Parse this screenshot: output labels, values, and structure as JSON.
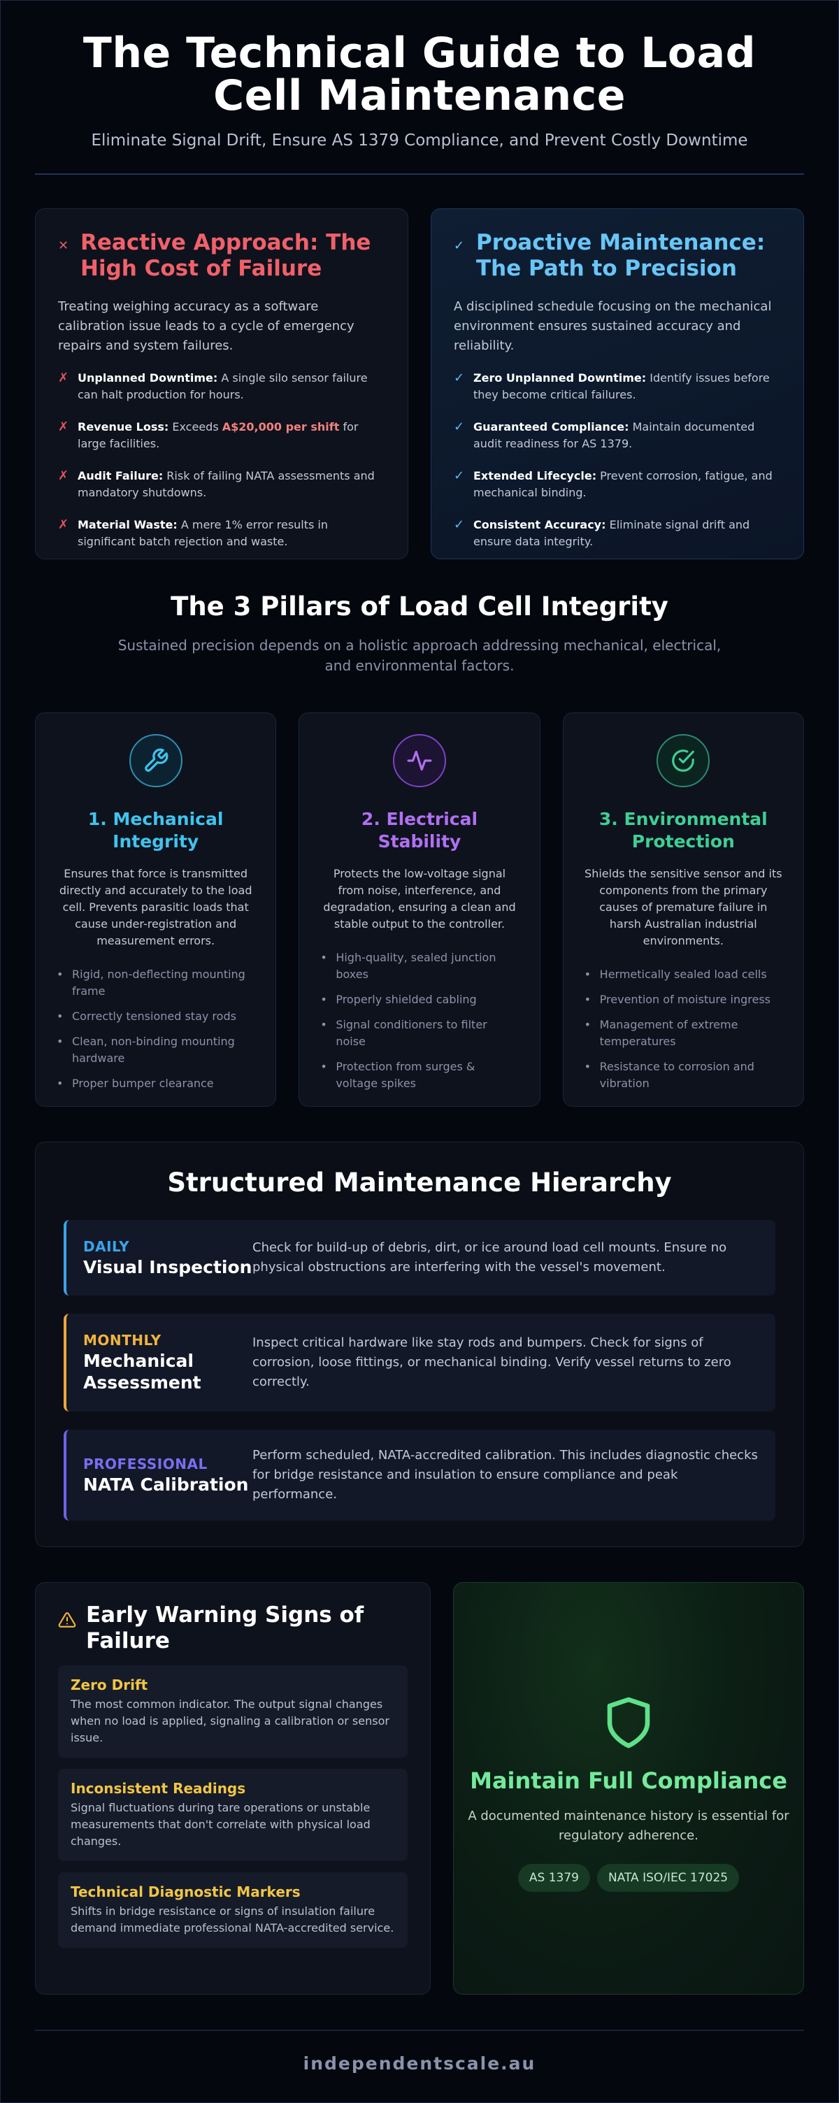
{
  "header": {
    "title": "The Technical Guide to Load Cell Maintenance",
    "subtitle": "Eliminate Signal Drift, Ensure AS 1379 Compliance, and Prevent Costly Downtime"
  },
  "reactive": {
    "icon": "x-icon",
    "title": "Reactive Approach: The High Cost of Failure",
    "intro": "Treating weighing accuracy as a software calibration issue leads to a cycle of emergency repairs and system failures.",
    "items": [
      {
        "label": "Unplanned Downtime:",
        "text": " A single silo sensor failure can halt production for hours."
      },
      {
        "label": "Revenue Loss:",
        "pre": " Exceeds ",
        "highlight": "A$20,000 per shift",
        "text": " for large facilities."
      },
      {
        "label": "Audit Failure:",
        "text": " Risk of failing NATA assessments and mandatory shutdowns."
      },
      {
        "label": "Material Waste:",
        "text": " A mere 1% error results in significant batch rejection and waste."
      }
    ]
  },
  "proactive": {
    "icon": "check-icon",
    "title": "Proactive Maintenance: The Path to Precision",
    "intro": "A disciplined schedule focusing on the mechanical environment ensures sustained accuracy and reliability.",
    "items": [
      {
        "label": "Zero Unplanned Downtime:",
        "text": " Identify issues before they become critical failures."
      },
      {
        "label": "Guaranteed Compliance:",
        "text": " Maintain documented audit readiness for AS 1379."
      },
      {
        "label": "Extended Lifecycle:",
        "text": " Prevent corrosion, fatigue, and mechanical binding."
      },
      {
        "label": "Consistent Accuracy:",
        "text": " Eliminate signal drift and ensure data integrity."
      }
    ]
  },
  "pillars": {
    "title": "The 3 Pillars of Load Cell Integrity",
    "subtitle": "Sustained precision depends on a holistic approach addressing mechanical, electrical, and environmental factors.",
    "items": [
      {
        "icon": "wrench-icon",
        "title": "1. Mechanical Integrity",
        "desc": "Ensures that force is transmitted directly and accurately to the load cell. Prevents parasitic loads that cause under-registration and measurement errors.",
        "points": [
          "Rigid, non-deflecting mounting frame",
          "Correctly tensioned stay rods",
          "Clean, non-binding mounting hardware",
          "Proper bumper clearance"
        ]
      },
      {
        "icon": "pulse-icon",
        "title": "2. Electrical Stability",
        "desc": "Protects the low-voltage signal from noise, interference, and degradation, ensuring a clean and stable output to the controller.",
        "points": [
          "High-quality, sealed junction boxes",
          "Properly shielded cabling",
          "Signal conditioners to filter noise",
          "Protection from surges & voltage spikes"
        ]
      },
      {
        "icon": "check-circle-icon",
        "title": "3. Environmental Protection",
        "desc": "Shields the sensitive sensor and its components from the primary causes of premature failure in harsh Australian industrial environments.",
        "points": [
          "Hermetically sealed load cells",
          "Prevention of moisture ingress",
          "Management of extreme temperatures",
          "Resistance to corrosion and vibration"
        ]
      }
    ]
  },
  "hierarchy": {
    "title": "Structured Maintenance Hierarchy",
    "rows": [
      {
        "freq": "DAILY",
        "name": "Visual Inspection",
        "desc": "Check for build-up of debris, dirt, or ice around load cell mounts. Ensure no physical obstructions are interfering with the vessel's movement."
      },
      {
        "freq": "MONTHLY",
        "name": "Mechanical Assessment",
        "desc": "Inspect critical hardware like stay rods and bumpers. Check for signs of corrosion, loose fittings, or mechanical binding. Verify vessel returns to zero correctly."
      },
      {
        "freq": "PROFESSIONAL",
        "name": "NATA Calibration",
        "desc": "Perform scheduled, NATA-accredited calibration. This includes diagnostic checks for bridge resistance and insulation to ensure compliance and peak performance."
      }
    ]
  },
  "warnings": {
    "icon": "warning-triangle-icon",
    "title": "Early Warning Signs of Failure",
    "items": [
      {
        "name": "Zero Drift",
        "desc": "The most common indicator. The output signal changes when no load is applied, signaling a calibration or sensor issue."
      },
      {
        "name": "Inconsistent Readings",
        "desc": "Signal fluctuations during tare operations or unstable measurements that don't correlate with physical load changes."
      },
      {
        "name": "Technical Diagnostic Markers",
        "desc": "Shifts in bridge resistance or signs of insulation failure demand immediate professional NATA-accredited service."
      }
    ]
  },
  "compliance": {
    "icon": "shield-icon",
    "title": "Maintain Full Compliance",
    "desc": "A documented maintenance history is essential for regulatory adherence.",
    "badges": [
      "AS 1379",
      "NATA ISO/IEC 17025"
    ]
  },
  "footer": {
    "site": "independentscale.au"
  }
}
